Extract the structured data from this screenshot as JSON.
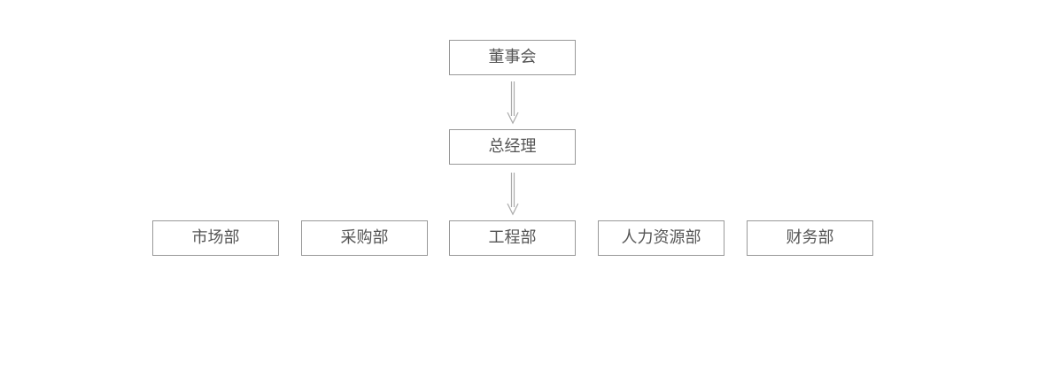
{
  "org_chart": {
    "board": "董事会",
    "general_manager": "总经理",
    "departments": [
      "市场部",
      "采购部",
      "工程部",
      "人力资源部",
      "财务部"
    ]
  },
  "colors": {
    "border": "#999999",
    "text": "#555555",
    "arrow": "#aaaaaa",
    "background": "#ffffff"
  }
}
